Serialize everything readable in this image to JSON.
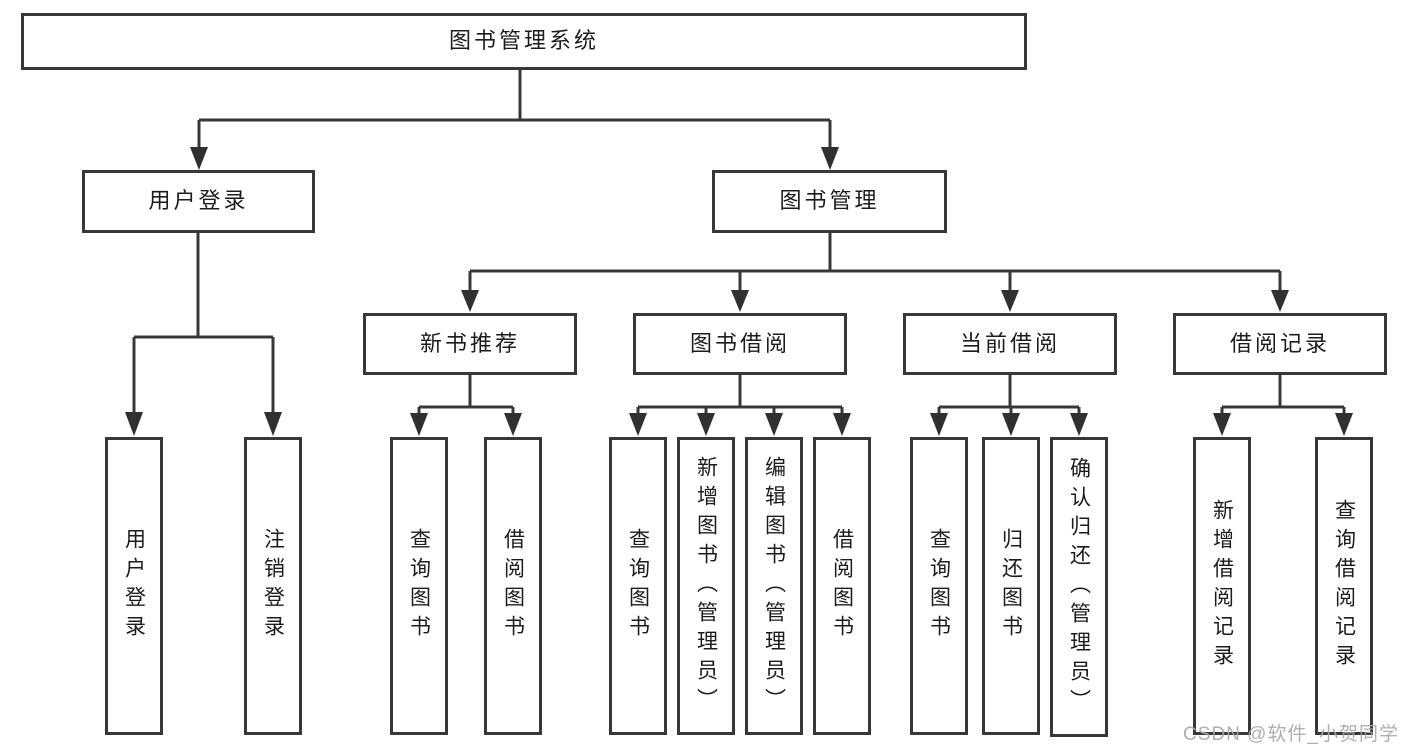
{
  "diagram": {
    "line_color": "#383838",
    "nodes": {
      "root": "图书管理系统",
      "user_login": "用户登录",
      "book_mgmt": "图书管理",
      "new_book": "新书推荐",
      "book_borrow": "图书借阅",
      "current_borrow": "当前借阅",
      "borrow_record": "借阅记录",
      "leaf_user_login": "用户登录",
      "leaf_logout": "注销登录",
      "nb_query_book": "查询图书",
      "nb_borrow_book": "借阅图书",
      "bb_query_book": "查询图书",
      "bb_add_book": "新增图书（管理员）",
      "bb_edit_book": "编辑图书（管理员）",
      "bb_borrow_book": "借阅图书",
      "cb_query_book": "查询图书",
      "cb_return_book": "归还图书",
      "cb_confirm_return": "确认归还（管理员）",
      "br_add_record": "新增借阅记录",
      "br_query_record": "查询借阅记录"
    }
  },
  "watermark": "CSDN @软件_小贺同学"
}
